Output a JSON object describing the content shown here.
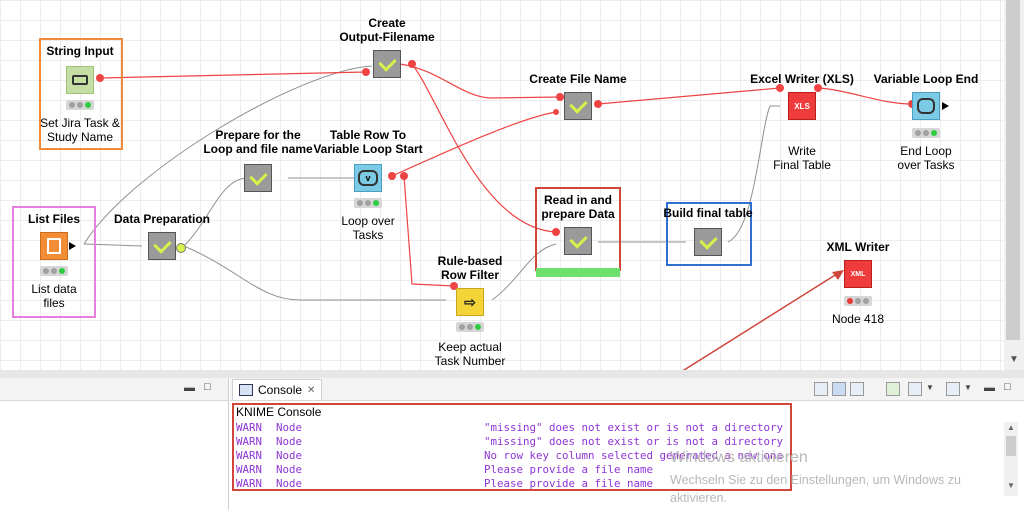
{
  "colors": {
    "red_annotation": "#d0463a",
    "orange_annotation": "#ef8a3b",
    "pink_annotation": "#e680e0",
    "blue_annotation": "#2f6fcf",
    "console_text": "#8e35d6",
    "edge_red": "#ee4444",
    "edge_gray": "#909090"
  },
  "nodes": {
    "string_input": {
      "title": "String Input",
      "subtitle": "Set Jira Task &\nStudy Name",
      "icon": "string-input-icon"
    },
    "list_files": {
      "title": "List Files",
      "subtitle": "List data\nfiles",
      "icon": "list-files-icon"
    },
    "data_preparation": {
      "title": "Data Preparation",
      "subtitle": ""
    },
    "create_output_filename": {
      "title": "Create\nOutput-Filename",
      "subtitle": ""
    },
    "prepare_loop": {
      "title": "Prepare for the\nLoop and file name",
      "subtitle": ""
    },
    "table_row_to_var": {
      "title": "Table Row To\nVariable Loop Start",
      "subtitle": "Loop over\nTasks",
      "icon_text": "v"
    },
    "create_file_name": {
      "title": "Create File Name",
      "subtitle": ""
    },
    "read_prepare": {
      "title": "Read in and\nprepare Data",
      "subtitle": ""
    },
    "rule_filter": {
      "title": "Rule-based\nRow Filter",
      "subtitle": "Keep actual\nTask Number"
    },
    "build_final": {
      "title": "Build final table",
      "subtitle": ""
    },
    "excel_writer": {
      "title": "Excel Writer (XLS)",
      "subtitle": "Write\nFinal Table",
      "icon_text": "XLS"
    },
    "variable_loop_end": {
      "title": "Variable Loop End",
      "subtitle": "End Loop\nover Tasks"
    },
    "xml_writer": {
      "title": "XML Writer",
      "subtitle": "Node 418",
      "icon_text": "XML"
    }
  },
  "console": {
    "tab_label": "Console",
    "title": "KNIME Console",
    "lines": [
      {
        "level": "WARN",
        "source": "Node",
        "message": "\"missing\" does not exist or is not a directory"
      },
      {
        "level": "WARN",
        "source": "Node",
        "message": "\"missing\" does not exist or is not a directory"
      },
      {
        "level": "WARN",
        "source": "Node",
        "message": "No row key column selected generated a new one"
      },
      {
        "level": "WARN",
        "source": "Node",
        "message": "Please provide a file name"
      },
      {
        "level": "WARN",
        "source": "Node",
        "message": "Please provide a file name"
      }
    ]
  },
  "watermark": {
    "title": "Windows aktivieren",
    "text": "Wechseln Sie zu den Einstellungen, um Windows zu aktivieren."
  }
}
